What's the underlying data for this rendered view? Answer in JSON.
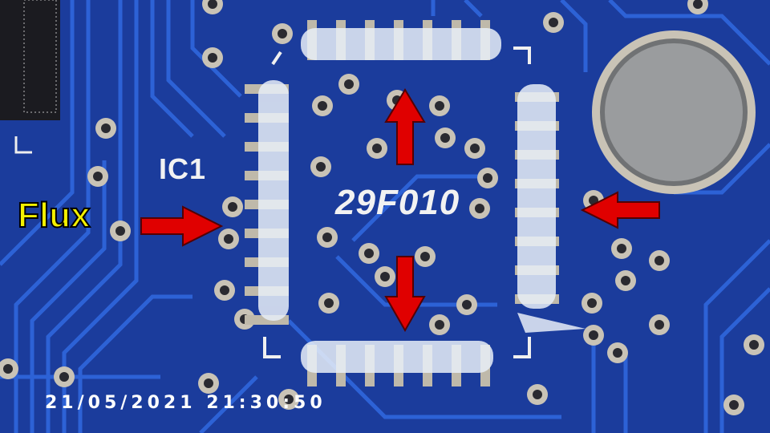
{
  "annotation": {
    "label": "Flux",
    "color": "#f4f000"
  },
  "silkscreen": {
    "designator": "IC1",
    "part_number": "29F010"
  },
  "timestamp": "21/05/2021 21:30:50",
  "colors": {
    "board": "#1b3c9c",
    "trace": "#2d62d6",
    "pad": "#c9c3b6",
    "arrow": "#e00000"
  }
}
